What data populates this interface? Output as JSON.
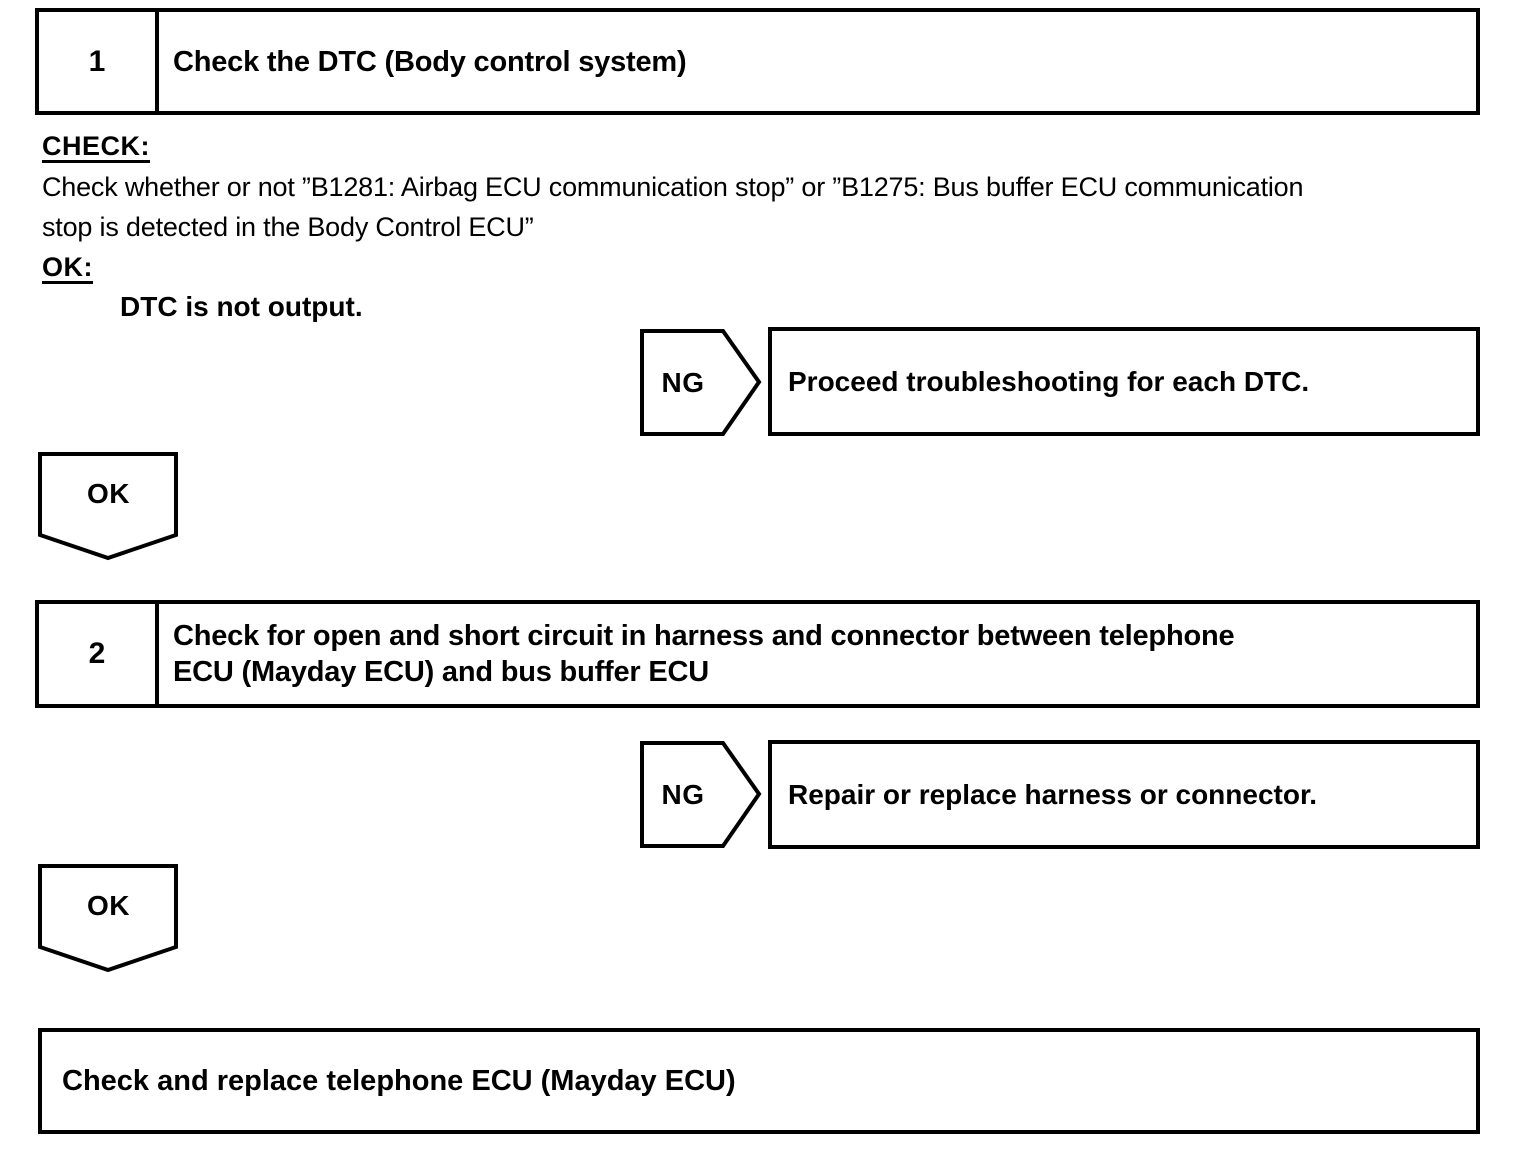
{
  "page": {
    "background": "#ffffff",
    "ink": "#000000"
  },
  "steps": [
    {
      "number": "1",
      "title": "Check the DTC (Body control system)",
      "check_label": "CHECK:",
      "check_lines": [
        "Check whether or not ”B1281: Airbag ECU communication stop” or ”B1275: Bus buffer ECU communication",
        "stop is detected in the Body Control ECU”"
      ],
      "ok_label": "OK:",
      "ok_criteria": "DTC is not output.",
      "ng_badge": "NG",
      "ng_action": "Proceed troubleshooting for each DTC.",
      "ok_badge": "OK"
    },
    {
      "number": "2",
      "title_lines": [
        "Check for open and short circuit in harness and connector between telephone",
        "ECU (Mayday ECU) and bus buffer ECU"
      ],
      "ng_badge": "NG",
      "ng_action": "Repair or replace harness or connector.",
      "ok_badge": "OK"
    }
  ],
  "final_action": "Check and replace telephone ECU (Mayday ECU)"
}
